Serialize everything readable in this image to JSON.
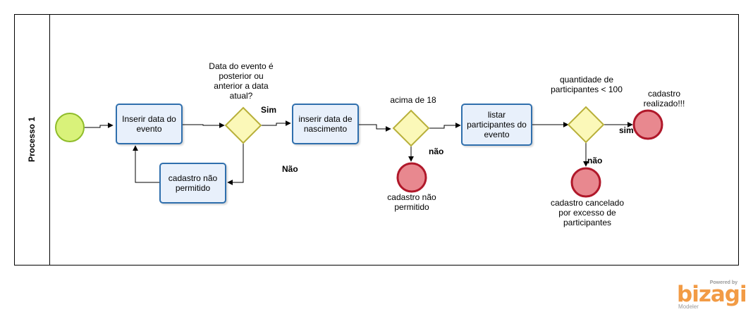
{
  "lane": {
    "title": "Processo 1"
  },
  "tasks": {
    "inserir_data_evento": "Inserir data do evento",
    "cadastro_nao_permitido": "cadastro não permitido",
    "inserir_data_nascimento": "inserir data de nascimento",
    "listar_participantes": "listar participantes do evento"
  },
  "gateways": {
    "g1_question": "Data do evento é posterior ou anterior a data atual?",
    "g2_question": "acima de 18",
    "g3_question": "quantidade de participantes < 100"
  },
  "flows": {
    "g1_yes": "Sim",
    "g1_no": "Não",
    "g2_no": "não",
    "g3_no": "não",
    "g3_yes": "sim"
  },
  "events": {
    "end_minor": "cadastro não permitido",
    "end_excess": "cadastro cancelado por excesso de participantes",
    "end_success": "cadastro realizado!!!"
  },
  "branding": {
    "powered": "Powered by",
    "name": "bizagi",
    "product": "Modeler"
  },
  "colors": {
    "start_event": "#d9f27a",
    "end_event": "#e8888f",
    "gateway": "#fbf8b8",
    "task": "#e8f0fb",
    "brand": "#f29b45"
  }
}
